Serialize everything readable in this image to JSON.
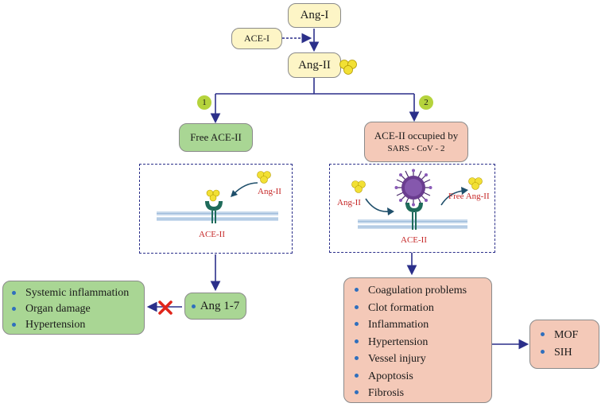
{
  "nodes": {
    "ang_i": "Ang-I",
    "ace_i": "ACE-I",
    "ang_ii": "Ang-II",
    "badge_1": "1",
    "badge_2": "2",
    "free_ace2": "Free ACE-II",
    "occupied_line1": "ACE-II occupied by",
    "occupied_line2": "SARS - CoV - 2",
    "ang17": "Ang 1-7",
    "mof": "MOF",
    "sih": "SIH"
  },
  "left_panel": {
    "ang_ii_label": "Ang-II",
    "ace2_label": "ACE-II"
  },
  "right_panel": {
    "ang_ii_label": "Ang-II",
    "free_ang_ii_label": "Free Ang-II",
    "ace2_label": "ACE-II"
  },
  "left_effects": [
    "Systemic inflammation",
    "Organ damage",
    "Hypertension"
  ],
  "right_effects": [
    "Coagulation problems",
    "Clot formation",
    "Inflammation",
    "Hypertension",
    "Vessel injury",
    "Apoptosis",
    "Fibrosis"
  ],
  "colors": {
    "arrow": "#2b2f8a",
    "cream": "#fdf5c6",
    "green": "#a9d694",
    "pink": "#f4c9b8",
    "red_label": "#c62828",
    "molecule": "#f2e034",
    "receptor": "#1f6b5a",
    "virus": "#6a3d8f"
  },
  "icons": [
    "molecule-icon",
    "receptor-icon",
    "virus-icon",
    "blocked-x-icon"
  ]
}
